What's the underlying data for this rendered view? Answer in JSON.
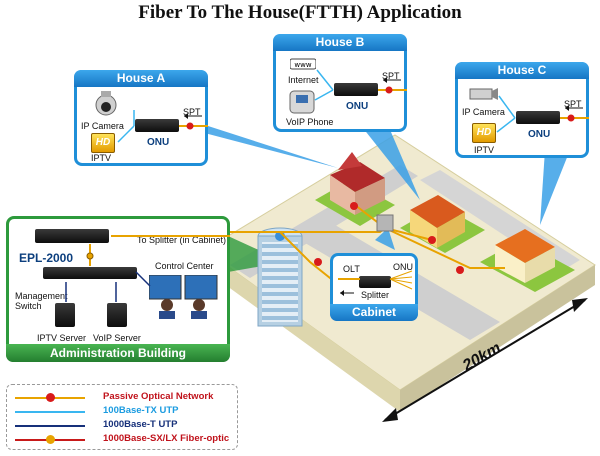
{
  "title": "Fiber To The House(FTTH) Application",
  "house_a": {
    "title": "House A",
    "ip_camera": "IP Camera",
    "iptv": "IPTV",
    "onu": "ONU",
    "spt": "SPT",
    "hd": "HD"
  },
  "house_b": {
    "title": "House B",
    "internet": "Internet",
    "voip_phone": "VoIP Phone",
    "onu": "ONU",
    "spt": "SPT"
  },
  "house_c": {
    "title": "House C",
    "ip_camera": "IP Camera",
    "iptv": "IPTV",
    "onu": "ONU",
    "spt": "SPT",
    "hd": "HD"
  },
  "admin": {
    "title": "Administration Building",
    "olt_model": "EPL-2000",
    "to_splitter": "To Splitter (in Cabinet)",
    "control_center": "Control Center",
    "management_switch": "Management\nSwitch",
    "iptv_server": "IPTV Server",
    "voip_server": "VoIP Server"
  },
  "cabinet": {
    "title": "Cabinet",
    "olt": "OLT",
    "onu": "ONU",
    "splitter": "Splitter"
  },
  "distance": "20km",
  "legend": [
    {
      "label": "Passive Optical Network",
      "color": "#e8a300",
      "text_color": "#c0121b",
      "marker": "pon"
    },
    {
      "label": "100Base-TX UTP",
      "color": "#39b6f0",
      "text_color": "#1a9be0",
      "marker": "none"
    },
    {
      "label": "1000Base-T UTP",
      "color": "#16307a",
      "text_color": "#16307a",
      "marker": "none"
    },
    {
      "label": "1000Base-SX/LX Fiber-optic",
      "color": "#c81a1a",
      "text_color": "#c0121b",
      "marker": "sfp"
    }
  ],
  "colors": {
    "panel_blue": "#1f8fd8",
    "panel_green": "#2d9a3c",
    "ground": "#ece6c7",
    "road": "#c8c8c8"
  }
}
